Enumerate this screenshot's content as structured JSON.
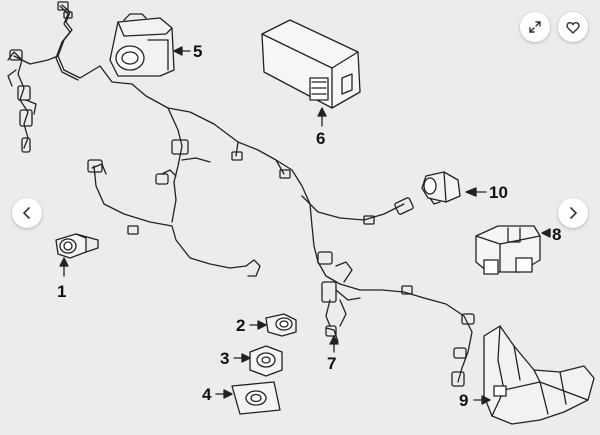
{
  "viewer": {
    "controls": {
      "expand_icon": "expand-icon",
      "favorite_icon": "heart-icon",
      "prev_icon": "chevron-left-icon",
      "next_icon": "chevron-right-icon"
    },
    "callouts": [
      {
        "id": "1",
        "label": "1"
      },
      {
        "id": "2",
        "label": "2"
      },
      {
        "id": "3",
        "label": "3"
      },
      {
        "id": "4",
        "label": "4"
      },
      {
        "id": "5",
        "label": "5"
      },
      {
        "id": "6",
        "label": "6"
      },
      {
        "id": "7",
        "label": "7"
      },
      {
        "id": "8",
        "label": "8"
      },
      {
        "id": "9",
        "label": "9"
      },
      {
        "id": "10",
        "label": "10"
      }
    ]
  }
}
